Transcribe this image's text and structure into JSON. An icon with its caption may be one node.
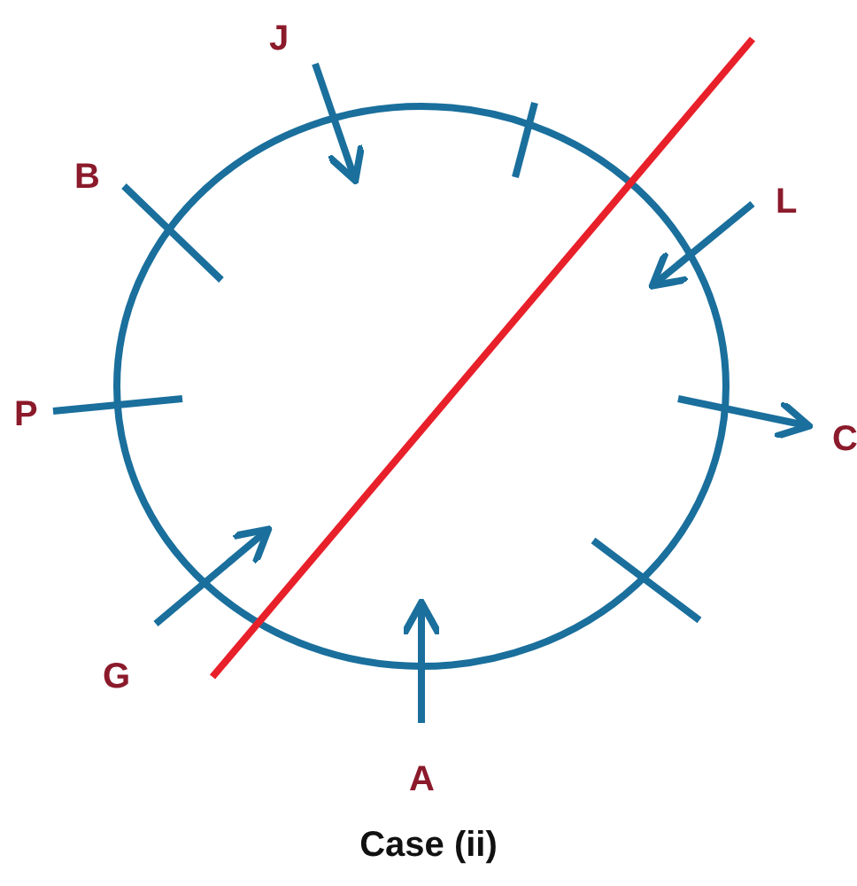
{
  "diagram": {
    "caption": "Case (ii)",
    "labels": [
      "J",
      "B",
      "L",
      "P",
      "C",
      "G",
      "A"
    ]
  }
}
